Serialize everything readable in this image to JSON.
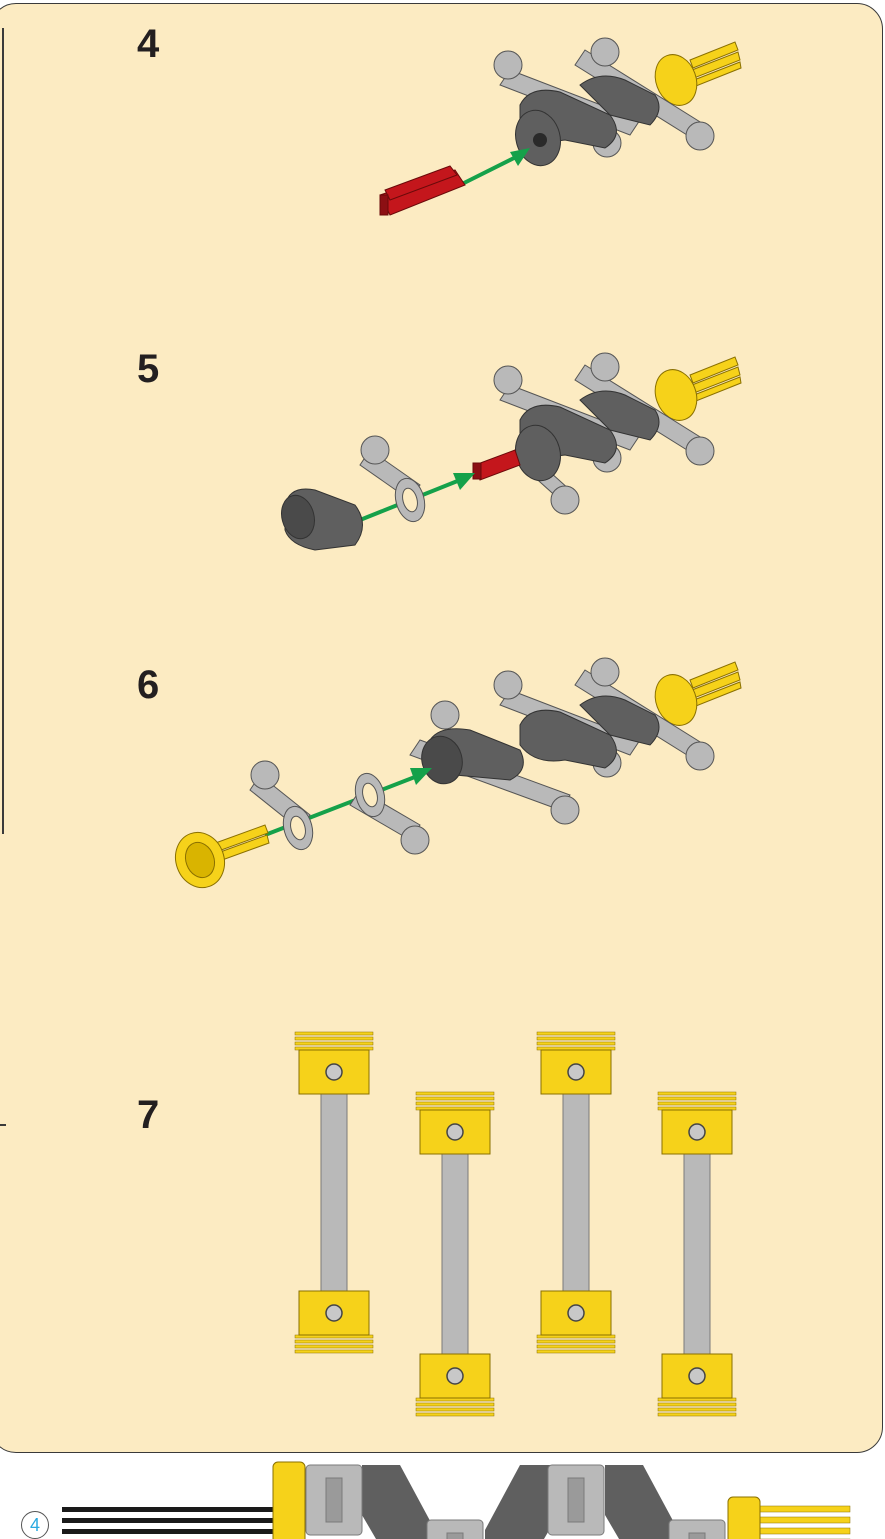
{
  "steps": [
    {
      "number": "4"
    },
    {
      "number": "5"
    },
    {
      "number": "6"
    },
    {
      "number": "7"
    }
  ],
  "part_callout": {
    "count": "4"
  },
  "colors": {
    "background": "#fcebc2",
    "dark_gray": "#5f5f5f",
    "light_gray": "#b9b9b9",
    "yellow": "#f6d21a",
    "red": "#c4161c",
    "arrow_green": "#15a14a",
    "black_axle": "#1a1a1a"
  },
  "icons": [
    "crankshaft-assembly",
    "red-axle-connector",
    "insert-arrow",
    "yellow-axle-hub",
    "piston",
    "black-axle"
  ]
}
